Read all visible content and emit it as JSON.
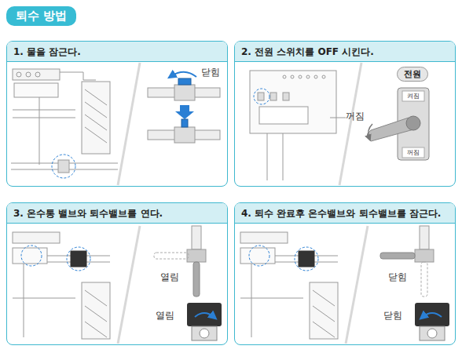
{
  "diagram": {
    "title": "퇴수 방법",
    "nodes": [
      {
        "text": [
          "1. 물을 잠근다."
        ]
      },
      {
        "text": [
          "2. 전원 스위치를 OFF 시킨다."
        ]
      },
      {
        "text": [
          "전원"
        ],
        "in": 1
      },
      {
        "text": [
          "3. 온수통 밸브와 퇴수밸브를 연다."
        ]
      },
      {
        "text": [
          "4. 퇴수 완료후 온수밸브와 퇴수밸브를 잠근다."
        ]
      }
    ],
    "labels": [
      "닫힘",
      "켜짐",
      "꺼짐",
      "꺼짐",
      "열림",
      "열림",
      "닫힘",
      "닫힘"
    ]
  }
}
